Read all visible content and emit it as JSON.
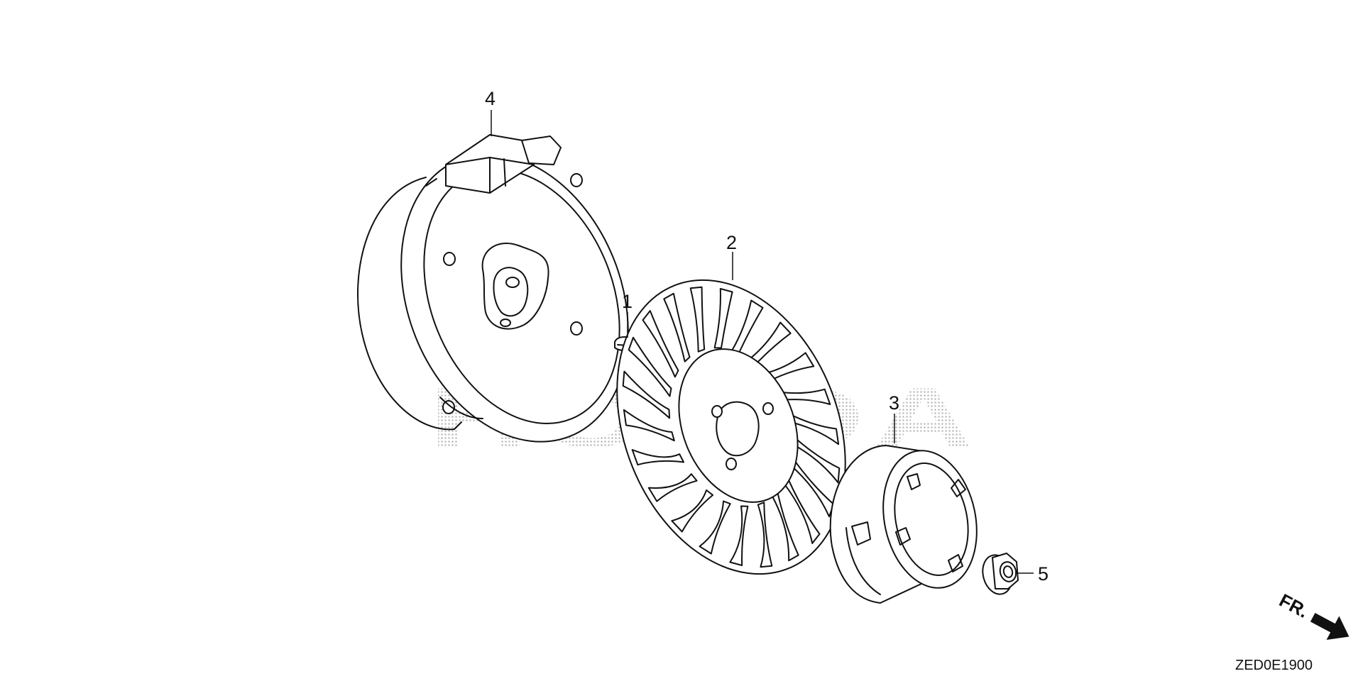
{
  "diagram": {
    "watermark": "HONDA",
    "part_code": "ZED0E1900",
    "direction_label": "FR.",
    "callouts": [
      {
        "id": "1",
        "label": "1"
      },
      {
        "id": "2",
        "label": "2"
      },
      {
        "id": "3",
        "label": "3"
      },
      {
        "id": "4",
        "label": "4"
      },
      {
        "id": "5",
        "label": "5"
      }
    ],
    "parts": [
      {
        "callout": "1",
        "icon": "woodruff-key-icon"
      },
      {
        "callout": "2",
        "icon": "cooling-fan-icon"
      },
      {
        "callout": "3",
        "icon": "starter-pulley-icon"
      },
      {
        "callout": "4",
        "icon": "flywheel-icon"
      },
      {
        "callout": "5",
        "icon": "flange-nut-icon"
      }
    ],
    "colors": {
      "line": "#111111",
      "watermark_dots": "#bdbdbd",
      "background": "#ffffff"
    }
  }
}
